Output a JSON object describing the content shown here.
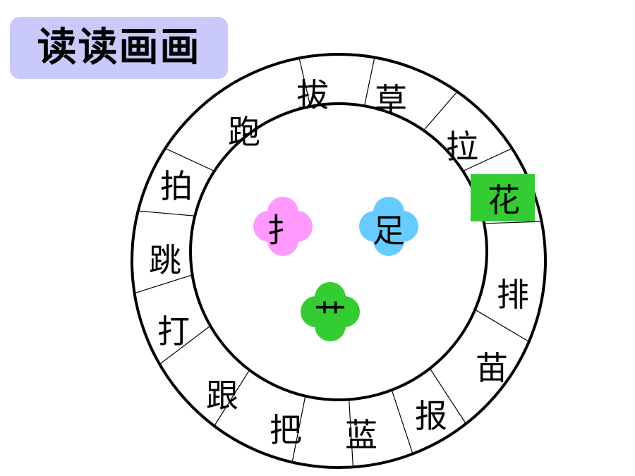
{
  "title": "读读画画",
  "colors": {
    "title_bg": "#c9c9fb",
    "highlight": "#33cc33",
    "radical_1": "#ff99ff",
    "radical_2": "#66ccff",
    "radical_3": "#33cc33",
    "ring_stroke": "#000000"
  },
  "highlighted_char": "花",
  "ring_chars": [
    "拔",
    "草",
    "拉",
    "花",
    "排",
    "苗",
    "报",
    "蓝",
    "把",
    "跟",
    "打",
    "跳",
    "拍",
    "跑"
  ],
  "radicals": [
    {
      "text": "扌",
      "color_key": "radical_1"
    },
    {
      "text": "足",
      "color_key": "radical_2"
    },
    {
      "text": "艹",
      "color_key": "radical_3"
    }
  ]
}
